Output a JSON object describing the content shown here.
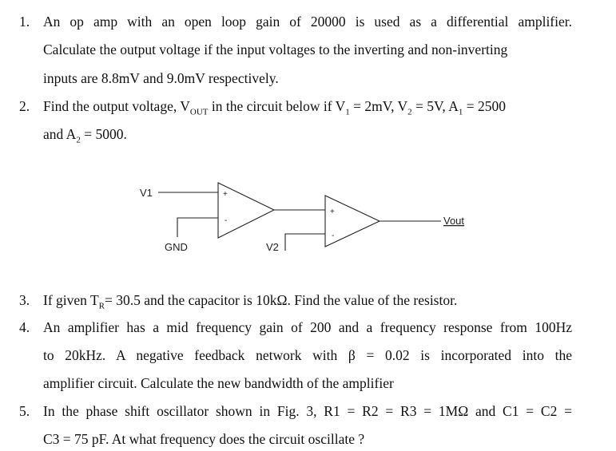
{
  "questions": [
    {
      "number": "1.",
      "lines": [
        "An op amp with an open loop gain of 20000 is used as a differential amplifier.",
        "Calculate the output voltage if the input voltages to the inverting and non-inverting",
        "inputs are 8.8mV and 9.0mV respectively."
      ]
    },
    {
      "number": "2.",
      "line1_pre": "Find the output voltage, V",
      "line1_sub_out": "OUT",
      "line1_mid": " in the circuit below if V",
      "sub_1": "1",
      "line1_v1val": " = 2mV, V",
      "sub_2": "2",
      "line1_v2val": " = 5V, A",
      "line1_a1val": " = 2500",
      "line2_pre": "and A",
      "line2_val": " = 5000."
    },
    {
      "number": "3.",
      "pre": "If given T",
      "sub_r": "R",
      "post": "= 30.5 and the capacitor is 10kΩ. Find the value of the resistor."
    },
    {
      "number": "4.",
      "lines": [
        "An amplifier has a mid frequency gain of 200 and a frequency response from 100Hz",
        "to 20kHz. A negative feedback network with β = 0.02 is incorporated into the",
        "amplifier circuit. Calculate the new bandwidth of the amplifier"
      ]
    },
    {
      "number": "5.",
      "lines": [
        "In the phase shift oscillator shown in Fig. 3, R1 = R2 = R3 = 1MΩ and C1 = C2 =",
        "C3 = 75 pF. At what frequency does the circuit oscillate ?"
      ]
    }
  ],
  "circuit": {
    "v1_label": "V1",
    "v2_label": "V2",
    "gnd_label": "GND",
    "vout_label": "Vout",
    "plus_sign": "+",
    "minus_sign": "-"
  }
}
